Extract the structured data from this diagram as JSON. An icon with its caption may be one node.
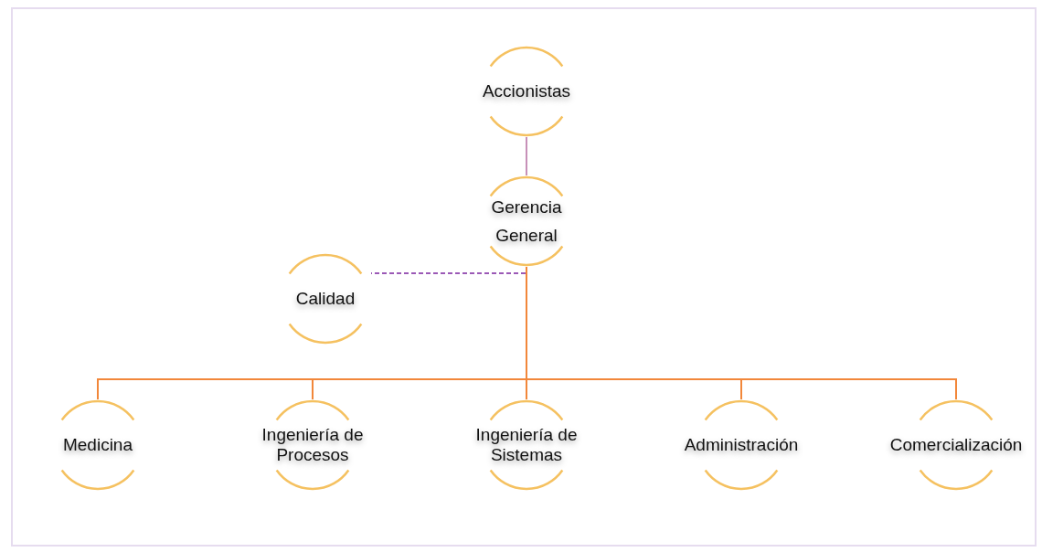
{
  "diagram": {
    "nodes": [
      {
        "text": [
          "Accionistas"
        ]
      },
      {
        "text": [
          "Gerencia General"
        ]
      },
      {
        "text": [
          "Calidad"
        ]
      },
      {
        "text": [
          "Medicina"
        ]
      },
      {
        "text": [
          "Ingeniería de Procesos"
        ]
      },
      {
        "text": [
          "Ingeniería de Sistemas"
        ]
      },
      {
        "text": [
          "Administración"
        ]
      },
      {
        "text": [
          "Comercialización"
        ]
      }
    ],
    "edges": [
      {
        "from": 0,
        "to": 1,
        "arrow": "none",
        "color": "#c790b8"
      },
      {
        "from": 1,
        "to": 2,
        "arrow": "none",
        "style": "dashed",
        "color": "#9b59b6"
      },
      {
        "from": 1,
        "to": 3,
        "arrow": "none"
      },
      {
        "from": 1,
        "to": 4,
        "arrow": "none"
      },
      {
        "from": 1,
        "to": 5,
        "arrow": "none"
      },
      {
        "from": 1,
        "to": 6,
        "arrow": "none"
      },
      {
        "from": 1,
        "to": 7,
        "arrow": "none"
      }
    ]
  }
}
